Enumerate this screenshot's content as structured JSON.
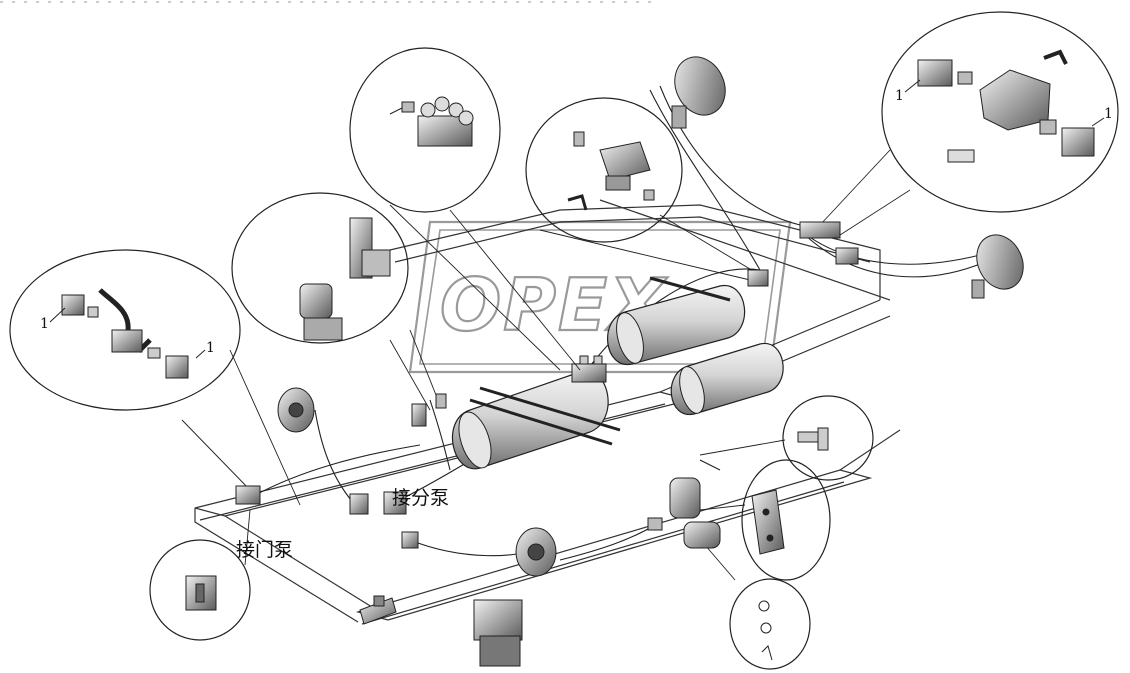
{
  "labels": {
    "door_pump": "接门泵",
    "split_pump": "接分泵",
    "callout_1": "1"
  },
  "watermark": {
    "text": "OPEX"
  },
  "colors": {
    "line": "#1a1a1a",
    "part_fill": "#d9d9d9",
    "part_dark": "#555555",
    "watermark": "#9a9a9a"
  }
}
